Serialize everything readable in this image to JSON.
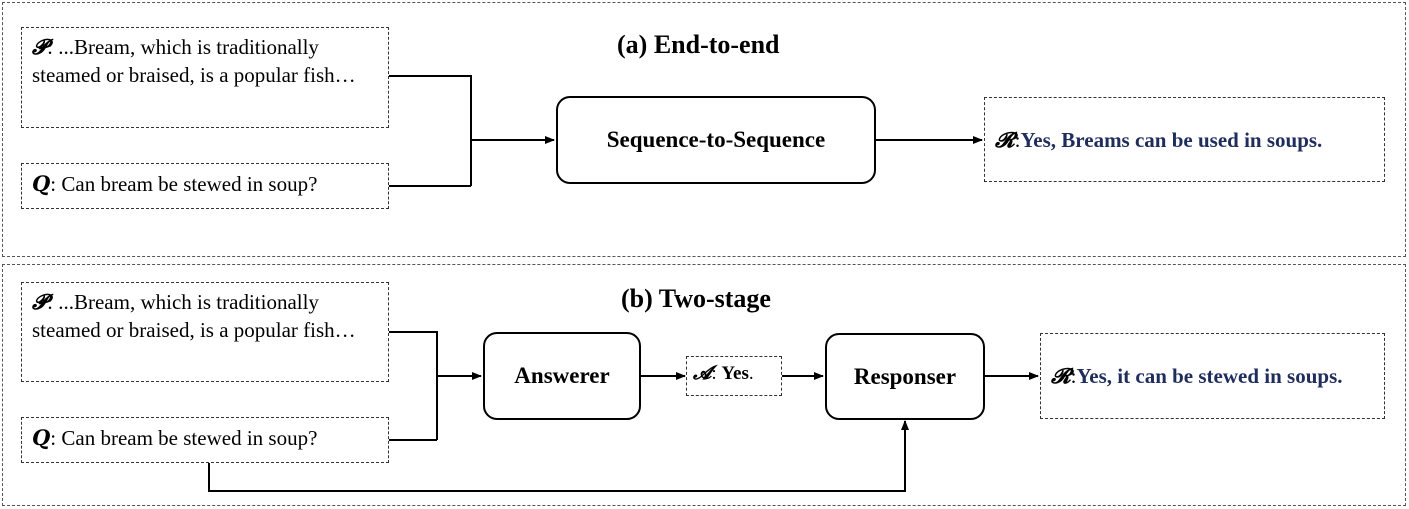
{
  "colors": {
    "output_text": "#1e2d5c",
    "border": "#333333"
  },
  "panel_a": {
    "title": "(a) End-to-end",
    "passage_symbol": "𝓟",
    "passage_text": ": ...Bream, which is traditionally steamed or braised, is a popular fish…",
    "question_symbol": "𝑸",
    "question_text": ": Can bream be stewed in soup?",
    "model_label": "Sequence-to-Sequence",
    "response_symbol": "𝓡",
    "response_sep": ": ",
    "response_text": "Yes, Breams can be used in soups."
  },
  "panel_b": {
    "title": "(b) Two-stage",
    "passage_symbol": "𝓟",
    "passage_text": ": ...Bream, which is traditionally steamed or braised, is a popular fish…",
    "question_symbol": "𝑸",
    "question_text": ": Can bream be stewed in soup?",
    "answerer_label": "Answerer",
    "answer_symbol": "𝓐",
    "answer_sep": ": ",
    "answer_text": "Yes",
    "answer_end": ".",
    "responser_label": "Responser",
    "response_symbol": "𝓡",
    "response_sep": ": ",
    "response_text": "Yes, it can be stewed in soups."
  }
}
